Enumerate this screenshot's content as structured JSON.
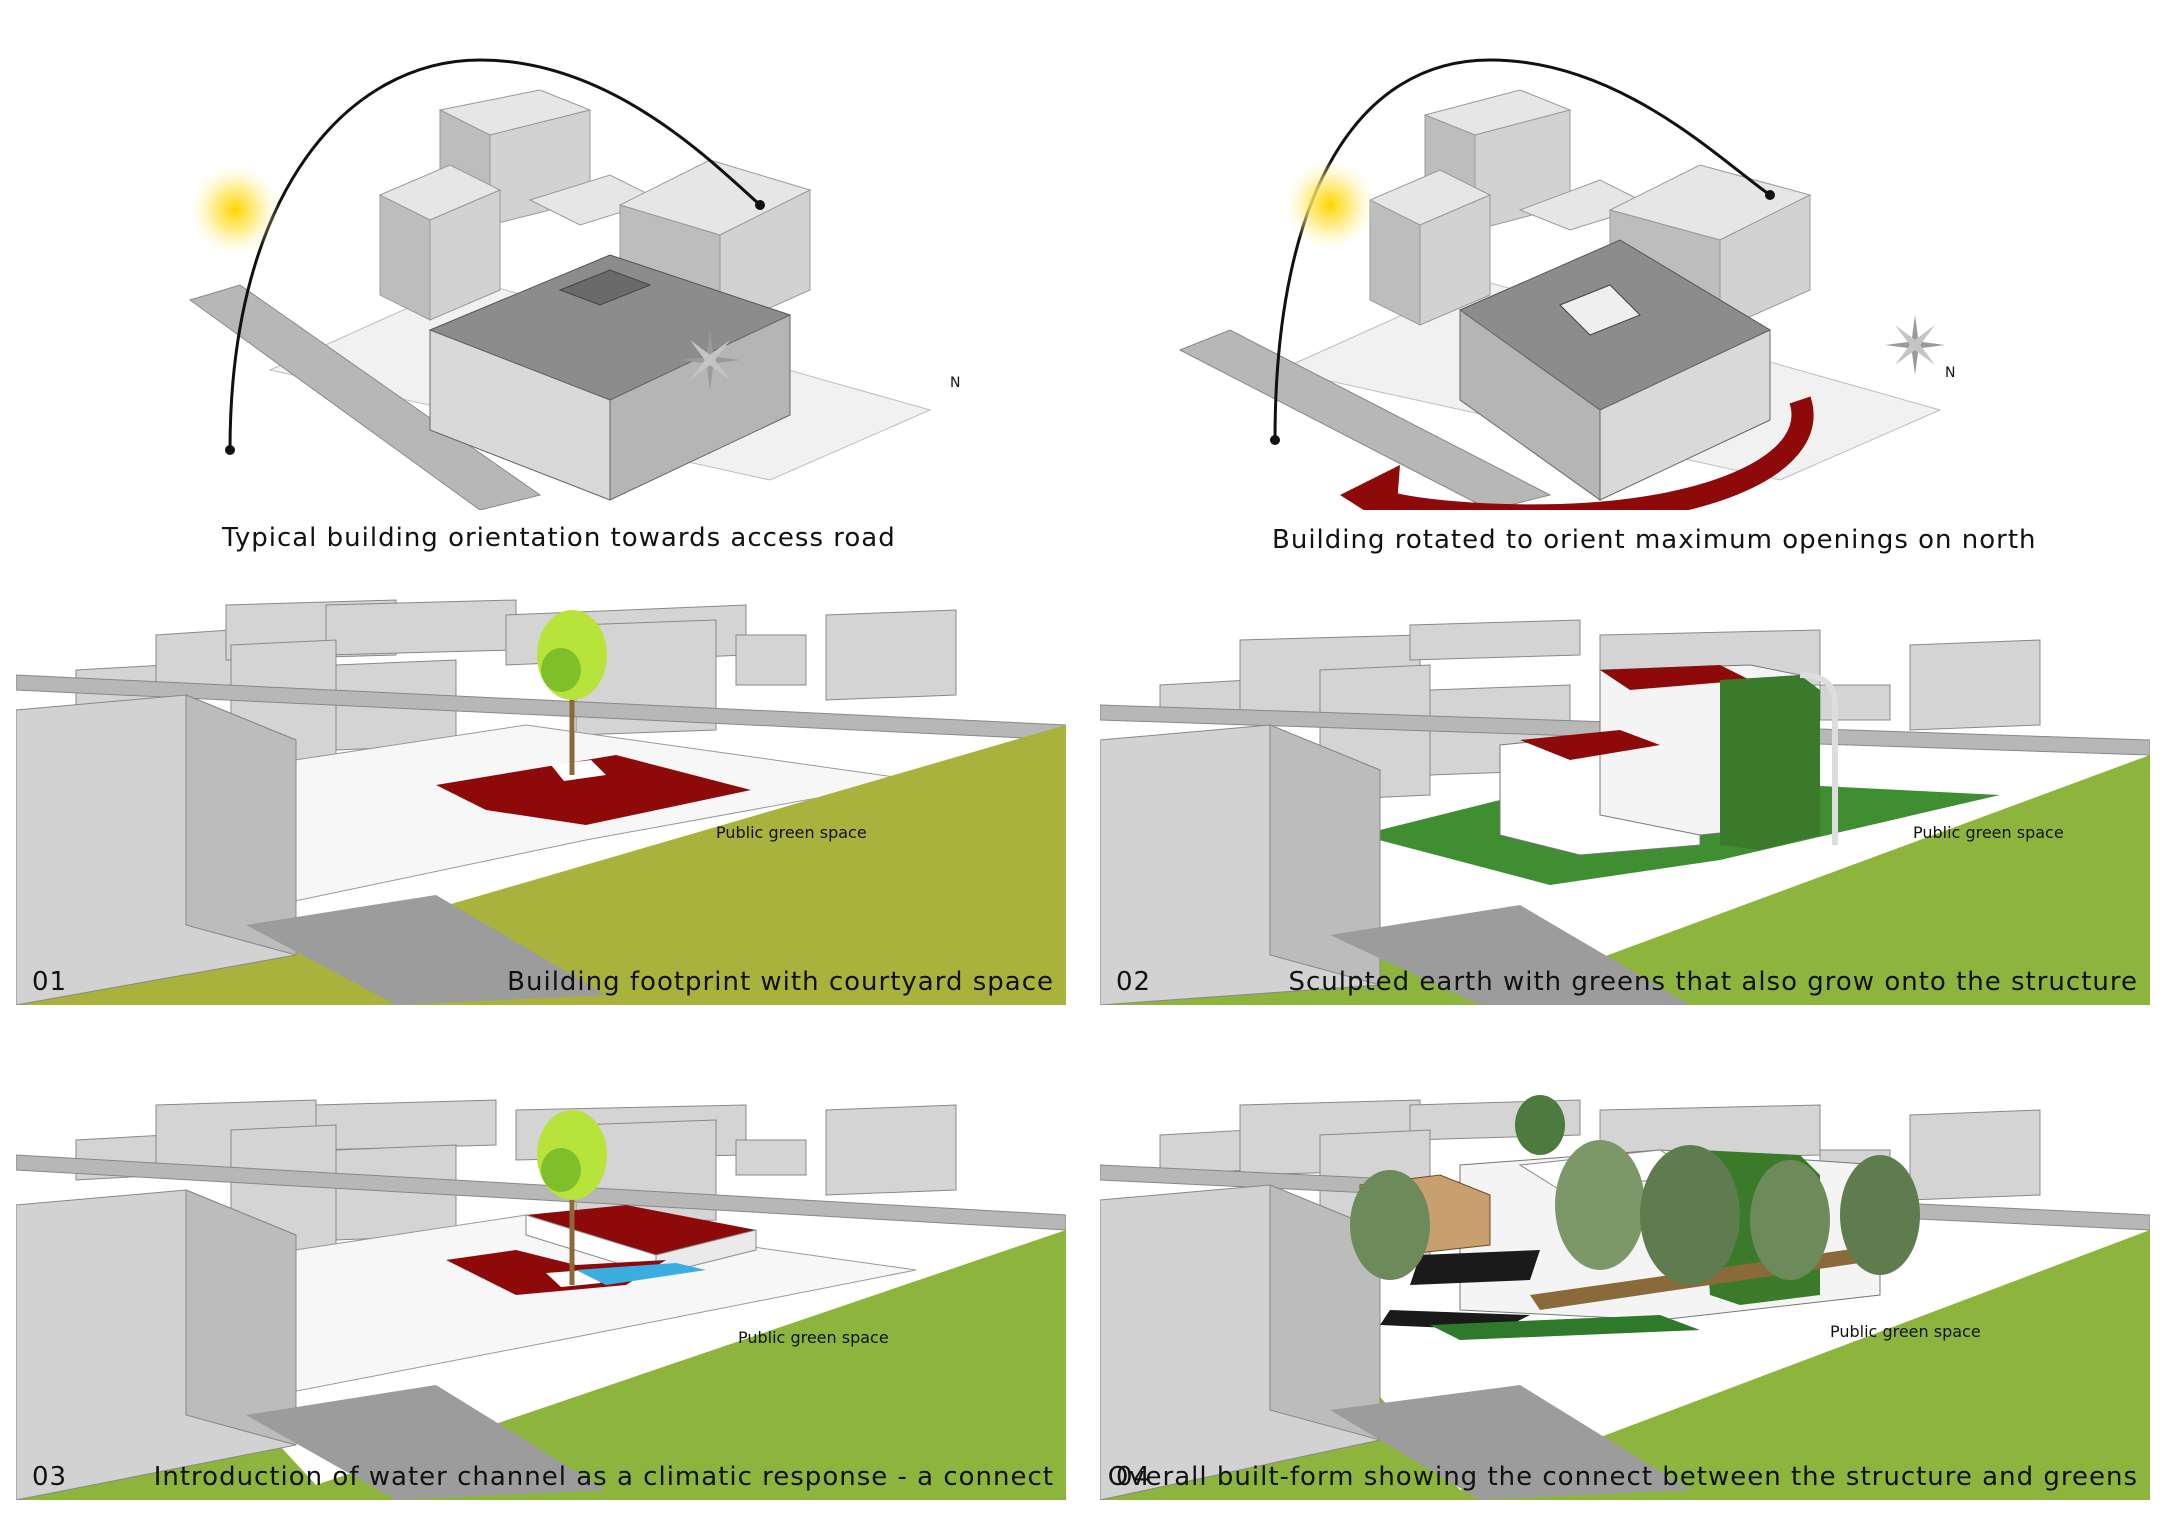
{
  "top": {
    "left_caption": "Typical building orientation towards access road",
    "right_caption": "Building rotated to orient maximum openings on north",
    "north_label": "N"
  },
  "panels": [
    {
      "number": "01",
      "caption": "Building footprint with courtyard space",
      "green_label": "Public green space"
    },
    {
      "number": "02",
      "caption": "Sculpted earth with greens that also grow onto the structure",
      "green_label": "Public green space"
    },
    {
      "number": "03",
      "caption": "Introduction of water channel as a climatic response - a connect",
      "green_label": "Public green space"
    },
    {
      "number": "04",
      "caption": "Overall built-form showing the connect between the structure and greens",
      "green_label": "Public green space"
    }
  ],
  "colors": {
    "olive_green": "#a8b23c",
    "grass_green": "#8db53d",
    "dark_red": "#8e0a0a",
    "water_blue": "#3aaee0",
    "sun_yellow": "#ffd400",
    "block_light": "#d8d8d8",
    "block_dark": "#8c8c8c"
  }
}
